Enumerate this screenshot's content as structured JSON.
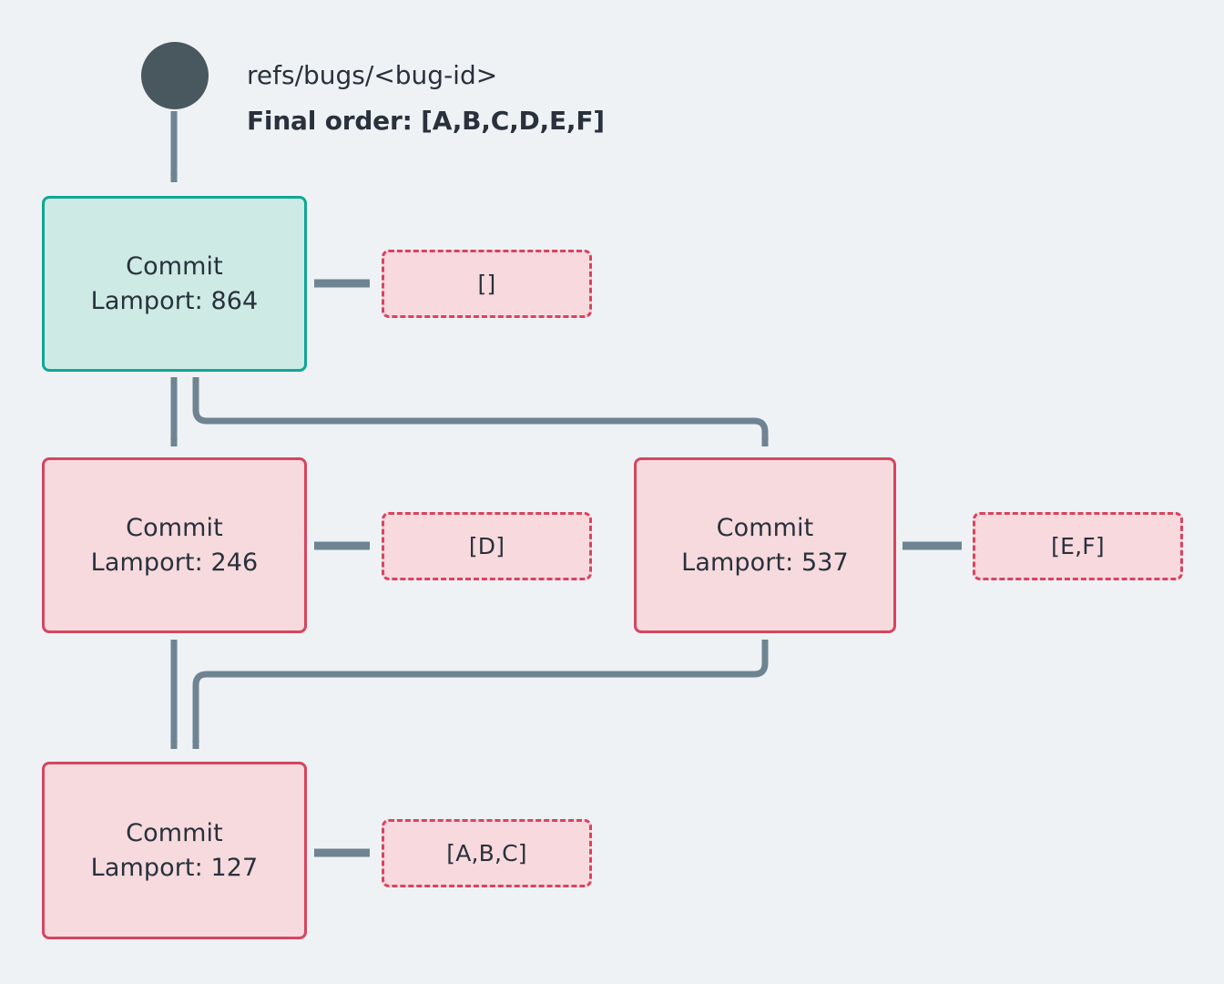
{
  "diagram": {
    "title_ref": "refs/bugs/<bug-id>",
    "final_order_label": "Final order: [A,B,C,D,E,F]",
    "start_node_name": "start-dot",
    "colors": {
      "background": "#eff2f5",
      "arrow": "#6e8492",
      "start_dot": "#49585f",
      "teal_border": "#11a795",
      "teal_fill": "#cdeae4",
      "pink_border": "#d6455f",
      "pink_fill": "#f7dade",
      "dashed_fill": "#f8d9de",
      "text": "#28313c"
    },
    "commits": [
      {
        "id": "commit-864",
        "title": "Commit",
        "lamport": "Lamport: 864",
        "style": "teal",
        "list": "[]",
        "list_id": "list-empty"
      },
      {
        "id": "commit-246",
        "title": "Commit",
        "lamport": "Lamport: 246",
        "style": "pink",
        "list": "[D]",
        "list_id": "list-d"
      },
      {
        "id": "commit-537",
        "title": "Commit",
        "lamport": "Lamport: 537",
        "style": "pink",
        "list": "[E,F]",
        "list_id": "list-ef"
      },
      {
        "id": "commit-127",
        "title": "Commit",
        "lamport": "Lamport: 127",
        "style": "pink",
        "list": "[A,B,C]",
        "list_id": "list-abc"
      }
    ]
  }
}
